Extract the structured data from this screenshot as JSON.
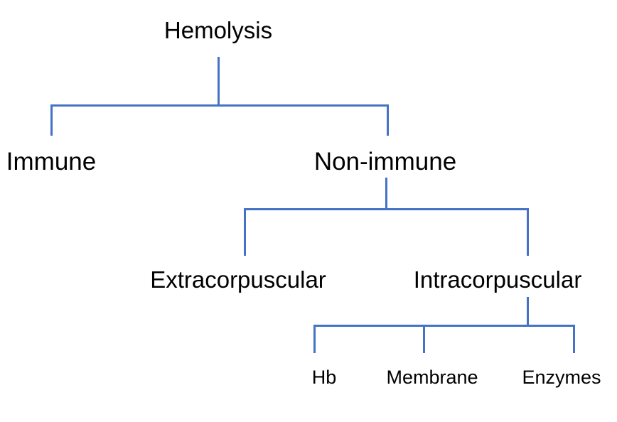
{
  "diagram": {
    "title": "Hemolysis classification tree",
    "accent_color": "#4472C4",
    "text_color": "#000000",
    "background_color": "#ffffff",
    "nodes": {
      "root": "Hemolysis",
      "immune": "Immune",
      "non_immune": "Non-immune",
      "extracorpuscular": "Extracorpuscular",
      "intracorpuscular": "Intracorpuscular",
      "hb": "Hb",
      "membrane": "Membrane",
      "enzymes": "Enzymes"
    }
  },
  "chart_data": {
    "type": "diagram",
    "title": "Hemolysis",
    "tree": {
      "label": "Hemolysis",
      "children": [
        {
          "label": "Immune",
          "children": []
        },
        {
          "label": "Non-immune",
          "children": [
            {
              "label": "Extracorpuscular",
              "children": []
            },
            {
              "label": "Intracorpuscular",
              "children": [
                {
                  "label": "Hb",
                  "children": []
                },
                {
                  "label": "Membrane",
                  "children": []
                },
                {
                  "label": "Enzymes",
                  "children": []
                }
              ]
            }
          ]
        }
      ]
    },
    "edges": [
      {
        "from": "Hemolysis",
        "to": "Immune"
      },
      {
        "from": "Hemolysis",
        "to": "Non-immune"
      },
      {
        "from": "Non-immune",
        "to": "Extracorpuscular"
      },
      {
        "from": "Non-immune",
        "to": "Intracorpuscular"
      },
      {
        "from": "Intracorpuscular",
        "to": "Hb"
      },
      {
        "from": "Intracorpuscular",
        "to": "Membrane"
      },
      {
        "from": "Intracorpuscular",
        "to": "Enzymes"
      }
    ],
    "levels": 4,
    "node_count": 8,
    "legend": [],
    "grid": false
  }
}
